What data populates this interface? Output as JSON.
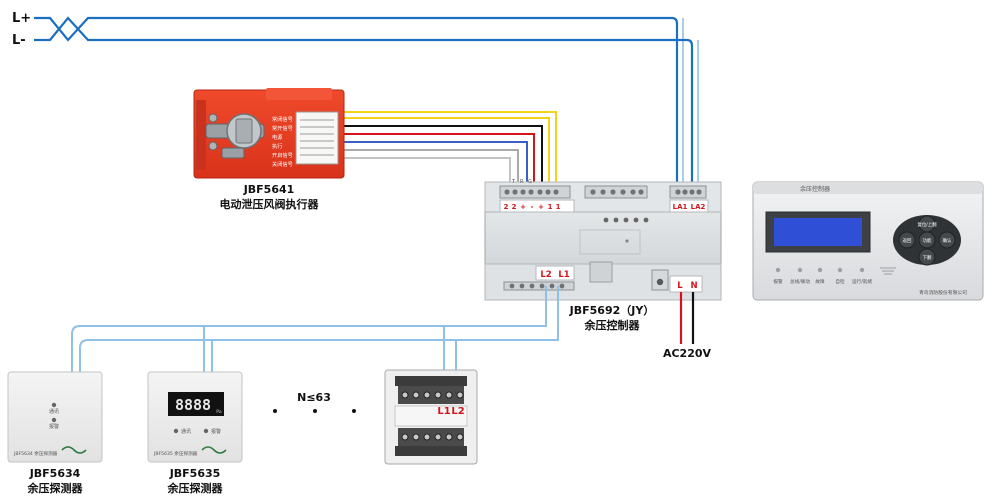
{
  "bus": {
    "l_plus": "L+",
    "l_minus": "L-"
  },
  "actuator": {
    "model": "JBF5641",
    "name": "电动泄压风阀执行器",
    "label_rows": [
      "常闭信号",
      "常开信号",
      "电源",
      "执行",
      "开启信号",
      "关闭信号"
    ]
  },
  "controller": {
    "model": "JBF5692（JY）",
    "name": "余压控制器",
    "top_terminals": [
      "2",
      "2",
      "+",
      "-",
      "+",
      "1",
      "1"
    ],
    "top_small_letters": [
      "T",
      "R",
      "G"
    ],
    "loop_terminals": [
      "LA1",
      "LA2"
    ],
    "sensor_terminals": [
      "L2",
      "L1"
    ],
    "power_terminals": [
      "L",
      "N"
    ]
  },
  "power": {
    "label": "AC220V"
  },
  "panel": {
    "title": "余压控制器",
    "buttons": {
      "up": "复位/上翻",
      "left": "返回",
      "center": "功能",
      "right": "确认",
      "down": "下翻"
    },
    "indicators": [
      "报警",
      "总线/联动",
      "故障",
      "自检",
      "运行/就绪"
    ],
    "brand": "青鸟消防股份有限公司"
  },
  "sensors": [
    {
      "model": "JBF5634",
      "name": "余压探测器",
      "leds": [
        "通讯",
        "报警"
      ],
      "footer": "JBF5634 余压探测器"
    },
    {
      "model": "JBF5635",
      "name": "余压探测器",
      "leds": [
        "通讯",
        "报警"
      ],
      "display": "8888",
      "unit": "Pa",
      "footer": "JBF5635 余压探测器"
    }
  ],
  "count": {
    "label": "N≤63"
  },
  "base": {
    "terminals": [
      "L1",
      "L2"
    ]
  },
  "colors": {
    "bus_blue": "#1a6fc0",
    "bus_light": "#8fc1e6",
    "wire_yellow": "#f2d21a",
    "wire_black": "#111111",
    "wire_red": "#d3141b",
    "wire_blue": "#3a5fc8",
    "wire_grey": "#a9a9a9",
    "actuator_red": "#e63a22",
    "lcd_blue": "#2e4fd6"
  }
}
